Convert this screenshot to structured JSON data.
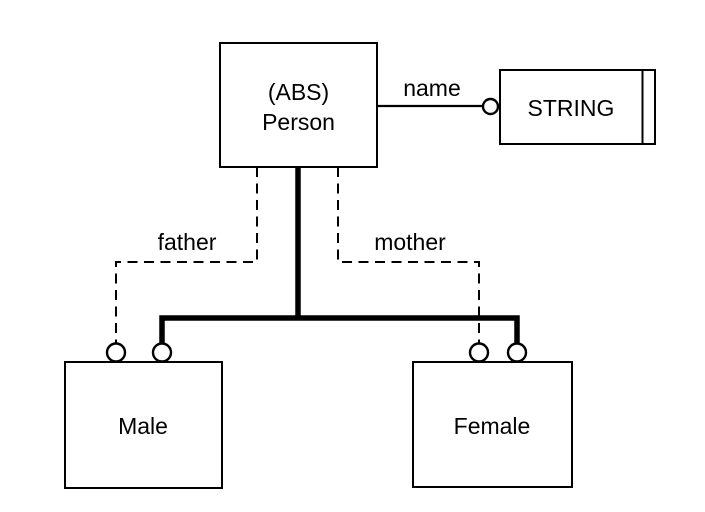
{
  "diagram": {
    "background_color": "#ffffff",
    "line_color": "#000000",
    "nodes": {
      "person": {
        "stereotype": "(ABS)",
        "label": "Person"
      },
      "string_type": {
        "label": "STRING"
      },
      "male": {
        "label": "Male"
      },
      "female": {
        "label": "Female"
      }
    },
    "relations": {
      "name_edge": {
        "label": "name"
      },
      "father_edge": {
        "label": "father"
      },
      "mother_edge": {
        "label": "mother"
      }
    }
  }
}
